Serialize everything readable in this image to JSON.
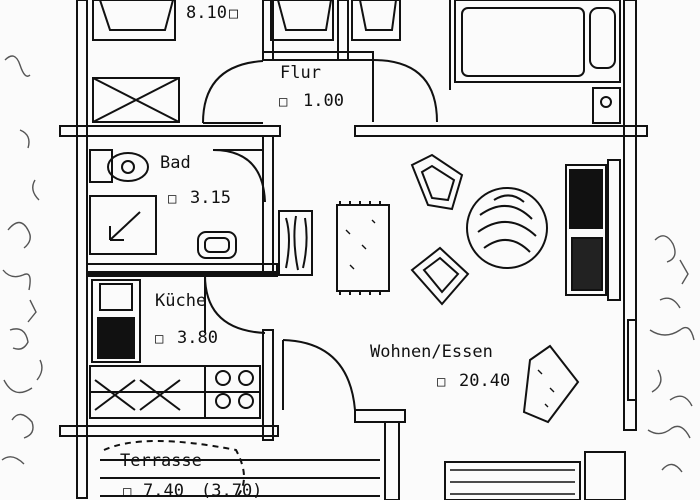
{
  "rooms": {
    "bedroom": {
      "area": "8.10"
    },
    "flur": {
      "name": "Flur",
      "area": "1.00"
    },
    "bad": {
      "name": "Bad",
      "area": "3.15"
    },
    "kueche": {
      "name": "Küche",
      "area": "3.80"
    },
    "wohnen": {
      "name": "Wohnen/Essen",
      "area": "20.40"
    },
    "terrasse": {
      "name": "Terrasse",
      "area": "7.40",
      "area_alt": "(3.70)"
    }
  },
  "area_marker": "□",
  "colors": {
    "ink": "#111111",
    "paper": "#fbfbfb",
    "garden": "#cfcfcf"
  }
}
